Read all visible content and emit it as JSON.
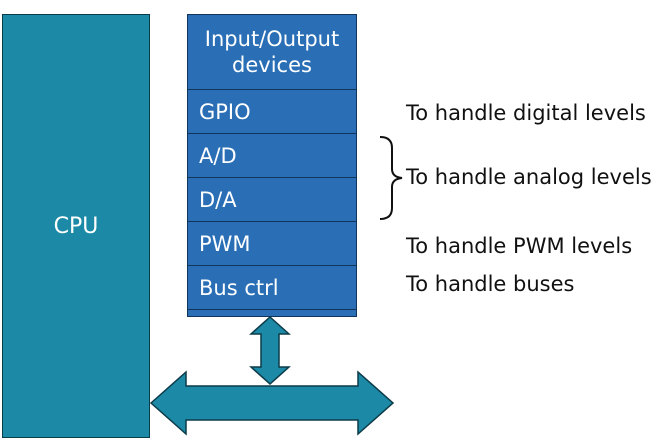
{
  "cpu": {
    "label": "CPU"
  },
  "io": {
    "header": "Input/Output\ndevices",
    "rows": [
      {
        "label": "GPIO"
      },
      {
        "label": "A/D"
      },
      {
        "label": "D/A"
      },
      {
        "label": "PWM"
      },
      {
        "label": "Bus ctrl"
      }
    ]
  },
  "descriptions": {
    "digital": "To handle digital levels",
    "analog": "To handle analog levels",
    "pwm": "To handle PWM levels",
    "buses": "To handle buses"
  },
  "colors": {
    "cpu_fill": "#1c8aa6",
    "io_fill": "#2a6fb6",
    "arrow_fill": "#1c8aa6"
  }
}
